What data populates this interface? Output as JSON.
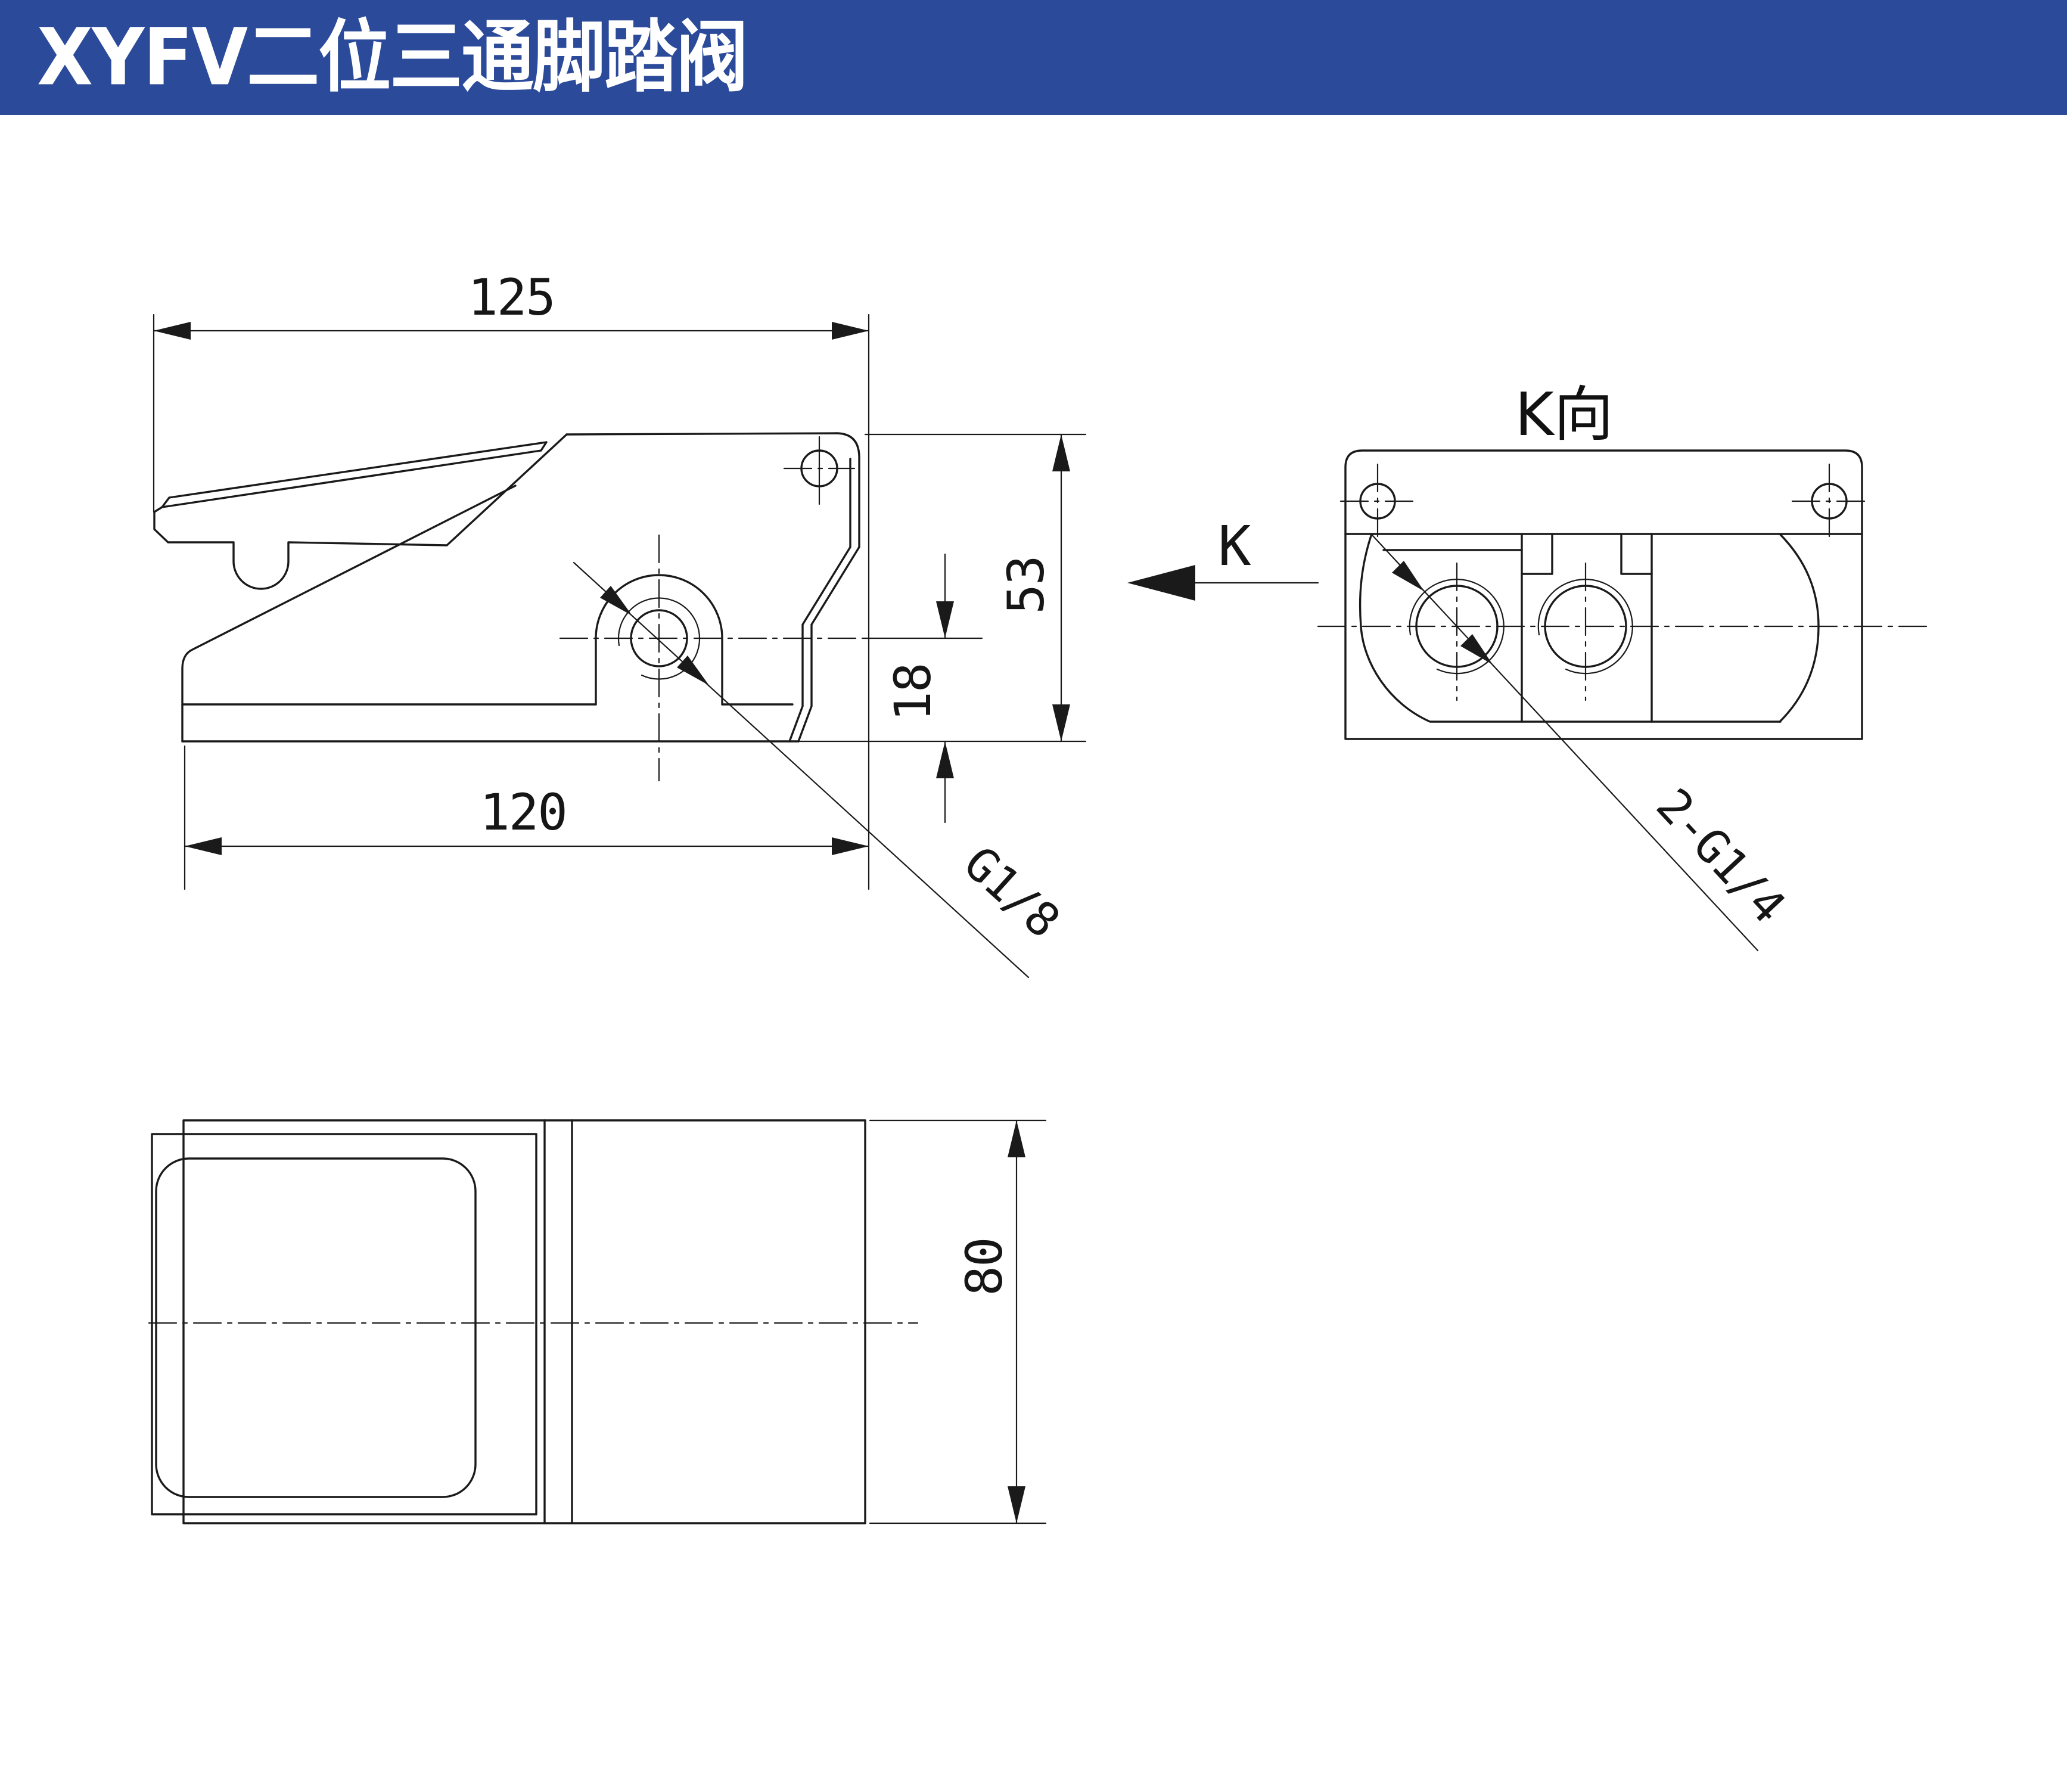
{
  "header": {
    "title": "XYFV二位三通脚踏阀",
    "bg_color": "#2b4a9a",
    "text_color": "#ffffff"
  },
  "drawing": {
    "line_color": "#1a1a1a",
    "views": {
      "side": {
        "dims": {
          "width_top": "125",
          "width_bottom": "120",
          "height_total": "53",
          "port_center_height": "18",
          "port_thread": "G1/8"
        }
      },
      "k": {
        "view_label": "K向",
        "arrow_label": "K",
        "ports_thread": "2-G1/4"
      },
      "top": {
        "dims": {
          "body_width": "80"
        }
      }
    }
  }
}
